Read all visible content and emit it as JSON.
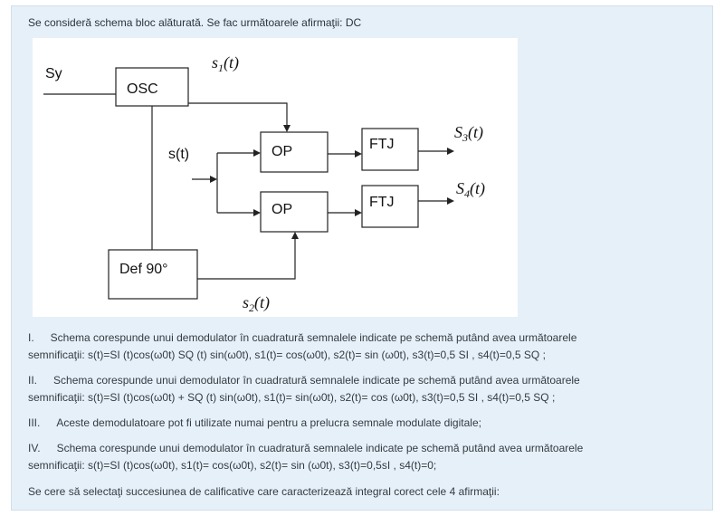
{
  "intro": "Se consideră schema bloc alăturată. Se fac următoarele afirmaţii: DC",
  "diagram": {
    "input_label": "Sy",
    "osc": "OSC",
    "op1": "OP",
    "op2": "OP",
    "ftj1": "FTJ",
    "ftj2": "FTJ",
    "def": "Def 90°",
    "s_label": "s(t)",
    "s1_label": "s1(t)",
    "s2_label": "s2(t)",
    "s3_label": "S3(t)",
    "s4_label": "S4(t)"
  },
  "statements": [
    {
      "num": "I.",
      "line1": "Schema corespunde unui demodulator în cuadratură semnalele indicate pe schemă putând avea următoarele",
      "line2": "semnificaţii: s(t)=SI (t)cos(ω0t)    SQ (t) sin(ω0t), s1(t)= cos(ω0t),  s2(t)= sin (ω0t), s3(t)=0,5 SI , s4(t)=0,5 SQ ;"
    },
    {
      "num": "II.",
      "line1": "Schema corespunde unui demodulator în cuadratură semnalele indicate pe schemă putând avea următoarele",
      "line2": "semnificaţii: s(t)=SI (t)cos(ω0t) + SQ (t) sin(ω0t), s1(t)= sin(ω0t),  s2(t)= cos (ω0t), s3(t)=0,5 SI , s4(t)=0,5 SQ ;"
    },
    {
      "num": "III.",
      "line1": "Aceste demodulatoare pot fi utilizate numai pentru a prelucra semnale modulate digitale;"
    },
    {
      "num": "IV.",
      "line1": "Schema corespunde unui demodulator în cuadratură semnalele indicate pe schemă putând avea următoarele",
      "line2": "semnificaţii: s(t)=SI (t)cos(ω0t), s1(t)= cos(ω0t),  s2(t)= sin (ω0t), s3(t)=0,5sI , s4(t)=0;"
    }
  ],
  "question": "Se cere să selectaţi succesiunea de calificative care caracterizează integral corect cele 4 afirmaţii:"
}
